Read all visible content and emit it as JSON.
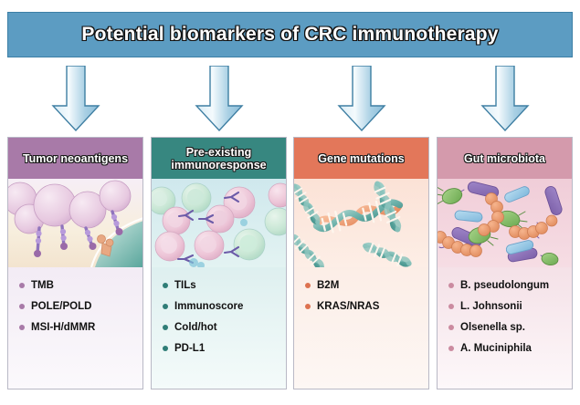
{
  "figure": {
    "title": "Potential biomarkers of CRC immunotherapy",
    "title_bar_color": "#5c9cc2",
    "arrow_color": "#b6d8e8",
    "arrow_outline_color": "#3f7fa3",
    "background": "#ffffff"
  },
  "columns": [
    {
      "id": "tumor-neoantigens",
      "header": "Tumor neoantigens",
      "header_color": "#a87aa8",
      "bullet_color": "#a87aa8",
      "illustration": "tumor-cells-with-neoantigen-peptides",
      "items": [
        "TMB",
        "POLE/POLD",
        "MSI-H/dMMR"
      ]
    },
    {
      "id": "pre-existing-immunoresponse",
      "header": "Pre-existing immunoresponse",
      "header_line_1": "Pre-existing",
      "header_line_2": "immunoresponse",
      "header_color": "#378780",
      "bullet_color": "#2f7d77",
      "illustration": "immune-cells-with-antibodies",
      "items": [
        "TILs",
        "Immunoscore",
        "Cold/hot",
        "PD-L1"
      ]
    },
    {
      "id": "gene-mutations",
      "header": "Gene mutations",
      "header_color": "#e3775a",
      "bullet_color": "#dd7250",
      "illustration": "dna-double-helix-strands",
      "items": [
        "B2M",
        "KRAS/NRAS"
      ]
    },
    {
      "id": "gut-microbiota",
      "header": "Gut microbiota",
      "header_color": "#d49aac",
      "bullet_color": "#cb8ba0",
      "illustration": "gut-bacteria-colony",
      "items": [
        "B. pseudolongum",
        "L. Johnsonii",
        "Olsenella sp.",
        "A. Muciniphila"
      ]
    }
  ]
}
